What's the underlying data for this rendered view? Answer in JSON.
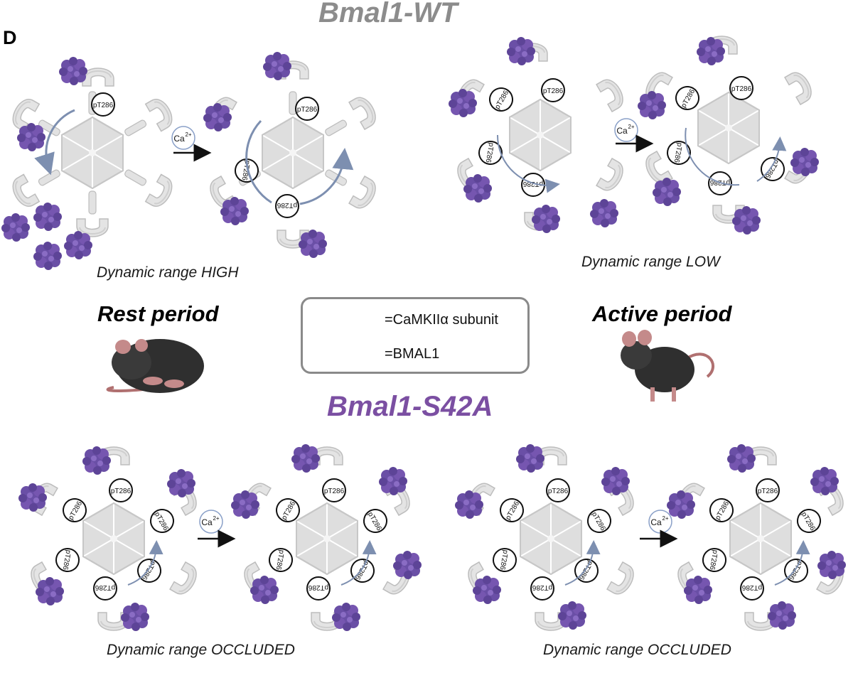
{
  "titles": {
    "wt": "Bmal1-WT",
    "s42a": "Bmal1-S42A"
  },
  "panel_letter": "D",
  "captions": {
    "wt_rest": "Dynamic range HIGH",
    "wt_active": "Dynamic range LOW",
    "s42a_rest": "Dynamic range OCCLUDED",
    "s42a_active": "Dynamic range OCCLUDED"
  },
  "periods": {
    "rest": "Rest period",
    "active": "Active period"
  },
  "legend": {
    "camk": "=CaMKIIα subunit",
    "bmal": "=BMAL1"
  },
  "labels": {
    "phospho": "pT286",
    "calcium": "Ca",
    "calcium_sup": "2+"
  },
  "colors": {
    "wt_title": "#8c8c8c",
    "s42a_title": "#7b4fa2",
    "bmal": "#6a4fa6",
    "subunit": "#dcdcdc",
    "arrow": "#7d8fb0"
  }
}
